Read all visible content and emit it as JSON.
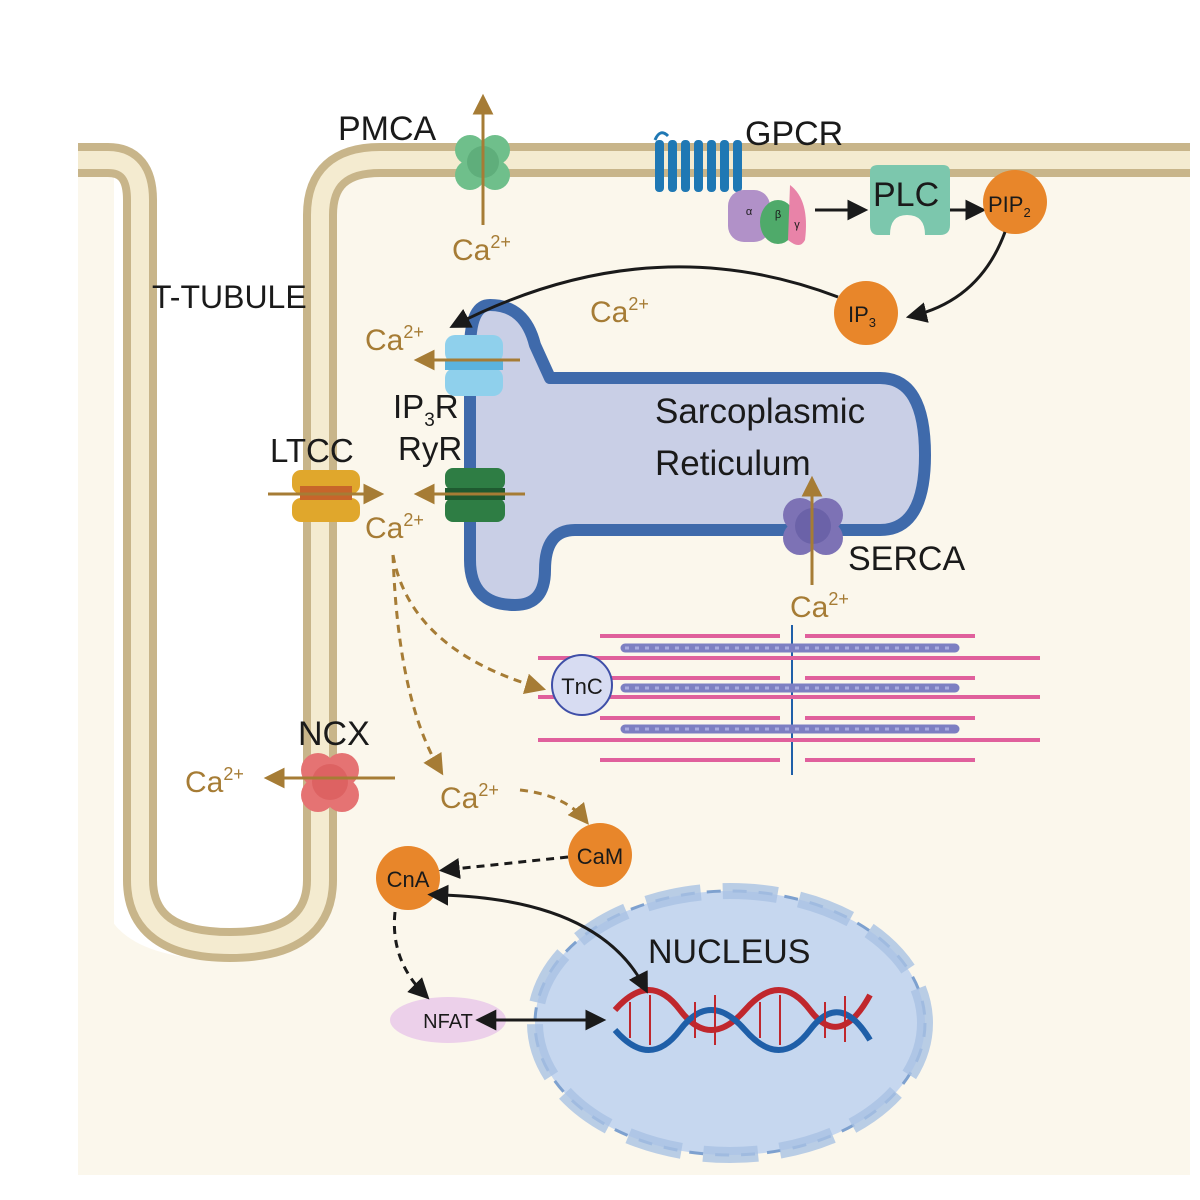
{
  "labels": {
    "pmca": "PMCA",
    "gpcr": "GPCR",
    "plc": "PLC",
    "pip": "PIP",
    "pip_sub": "2",
    "ip": "IP",
    "ip_sub": "3",
    "ip3r_main": "IP",
    "ip3r_sub": "3",
    "ip3r_tail": "R",
    "ryr": "RyR",
    "ltcc": "LTCC",
    "ttubule": "T-TUBULE",
    "sr_line1": "Sarcoplasmic",
    "sr_line2": "Reticulum",
    "serca": "SERCA",
    "tnc": "TnC",
    "ncx": "NCX",
    "cam": "CaM",
    "cna": "CnA",
    "nfat": "NFAT",
    "nucleus": "NUCLEUS",
    "ca": "Ca",
    "ca_sup": "2+",
    "alpha": "α",
    "beta": "β",
    "gamma": "γ"
  },
  "colors": {
    "membrane_outer": "#c8b58a",
    "membrane_inner": "#f4ebd0",
    "cytoplasm": "#fbf7ec",
    "sr_fill": "#c9cfe6",
    "sr_edge": "#3f6aab",
    "orange": "#e8862a",
    "calcium": "#a67c35",
    "nucleus_fill": "#c6d7ef",
    "nucleus_edge": "#7ea1cf",
    "nfat_fill": "#ecd0ea",
    "plc_fill": "#7cc7ad",
    "pmca": "#6fbf8b",
    "ip3r": "#8fd0ec",
    "ryr": "#2e7d44",
    "ltcc": "#e0a72c",
    "ncx": "#e57373",
    "serca": "#7d72b5",
    "gpcr": "#1f78b4",
    "actin": "#e0609c",
    "myosin": "#7d7fc2"
  },
  "icons": [
    "pmca-pump",
    "gpcr-receptor",
    "g-protein",
    "plc-enzyme",
    "ip3r-channel",
    "ryr-channel",
    "ltcc-channel",
    "ncx-exchanger",
    "serca-pump",
    "sarcomere",
    "dna-helix"
  ]
}
